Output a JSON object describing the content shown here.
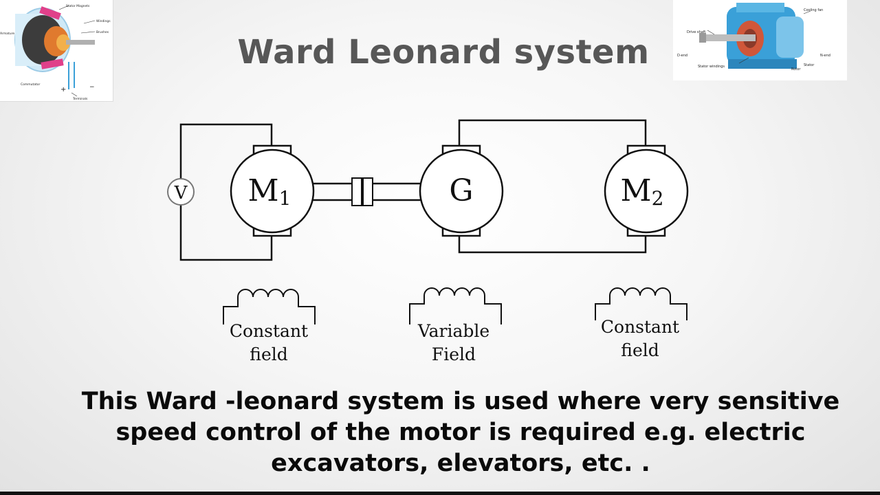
{
  "title": "Ward Leonard system",
  "machines": {
    "m1_letter": "M",
    "m1_sub": "1",
    "g_letter": "G",
    "m2_letter": "M",
    "m2_sub": "2",
    "voltmeter": "V"
  },
  "fields": {
    "left": {
      "line1": "Constant",
      "line2": "field"
    },
    "middle": {
      "line1": "Variable",
      "line2": "Field"
    },
    "right": {
      "line1": "Constant",
      "line2": "field"
    }
  },
  "caption": {
    "line1": "This Ward -leonard system is used where very sensitive",
    "line2": "speed control of the motor is required e.g. electric",
    "line3": "excavators, elevators, etc. ."
  },
  "thumbnails": {
    "left": {
      "labels": [
        "Stator Magnets",
        "Windings",
        "Brushes",
        "Armature",
        "Commutator",
        "Terminals",
        "+",
        "−"
      ]
    },
    "right": {
      "labels": [
        "Cooling fan",
        "Drive shaft",
        "D-end",
        "N-end",
        "Stator windings",
        "Stator",
        "Rotor"
      ]
    }
  },
  "colors": {
    "title": "#575757",
    "caption": "#0a0a0a",
    "lines": "#111111",
    "motor_blue": "#3aa0d8",
    "rotor_orange": "#e07a2e",
    "magnet_pink": "#e0408a"
  }
}
